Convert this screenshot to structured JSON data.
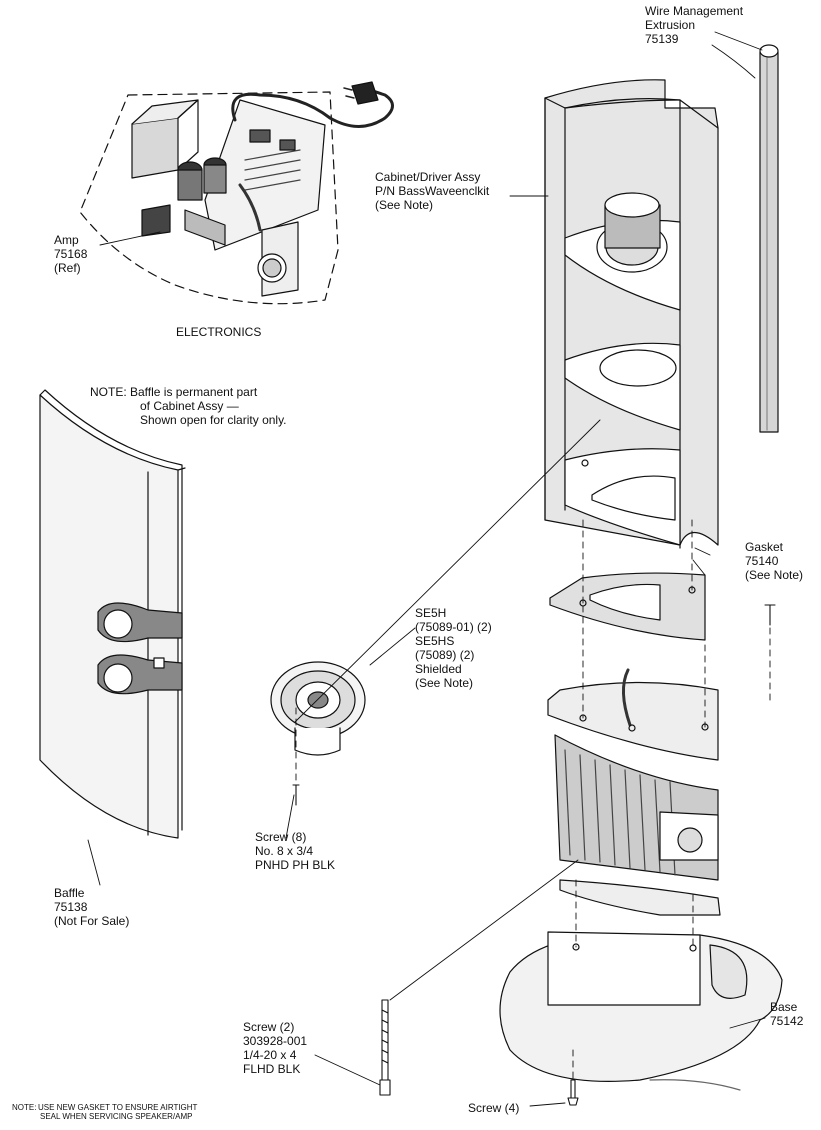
{
  "labels": {
    "wire_mgmt": [
      "Wire Management",
      "Extrusion",
      "75139"
    ],
    "cabinet": [
      "Cabinet/Driver Assy",
      "P/N BassWaveenclkit",
      "(See Note)"
    ],
    "amp": [
      "Amp",
      "75168",
      "(Ref)"
    ],
    "electronics": "ELECTRONICS",
    "baffle_note": [
      "NOTE:  Baffle is permanent part",
      "of Cabinet Assy —",
      "Shown open for clarity only."
    ],
    "gasket": [
      "Gasket",
      "75140",
      "(See Note)"
    ],
    "driver": [
      "SE5H",
      "(75089-01) (2)",
      "SE5HS",
      "(75089) (2)",
      "Shielded",
      "(See Note)"
    ],
    "screw8": [
      "Screw (8)",
      "No. 8 x 3/4",
      "PNHD PH BLK"
    ],
    "baffle": [
      "Baffle",
      "75138",
      "(Not For Sale)"
    ],
    "base": [
      "Base",
      "75142"
    ],
    "screw2": [
      "Screw (2)",
      "303928-001",
      "1/4-20 x 4",
      "FLHD BLK"
    ],
    "screw4": "Screw (4)",
    "bottom_note_prefix": "NOTE:",
    "bottom_note": [
      "USE NEW GASKET TO ENSURE AIRTIGHT",
      "SEAL WHEN SERVICING SPEAKER/AMP"
    ]
  },
  "colors": {
    "line": "#111111",
    "panel_gray": "#e6e6e6",
    "dark_gray": "#8a8a8a"
  }
}
